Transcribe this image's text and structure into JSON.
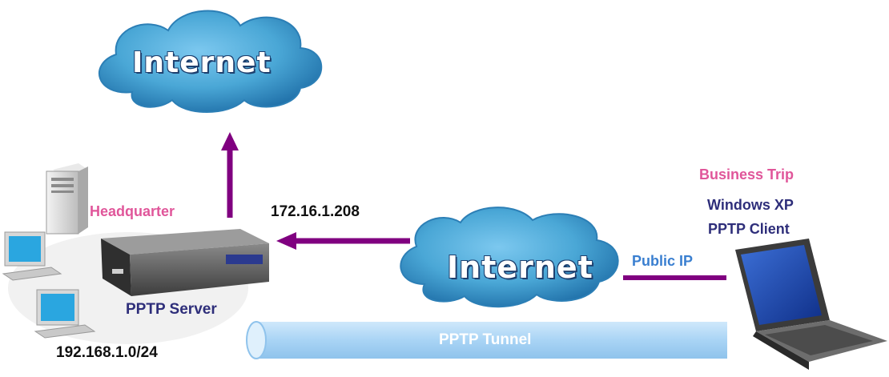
{
  "diagram": {
    "clouds": {
      "top": "Internet",
      "middle": "Internet"
    },
    "labels": {
      "headquarter": "Headquarter",
      "wan_ip": "172.16.1.208",
      "pptp_server": "PPTP Server",
      "lan_subnet": "192.168.1.0/24",
      "business_trip": "Business Trip",
      "client_os": "Windows XP",
      "client_role": "PPTP Client",
      "public_ip": "Public IP",
      "tunnel": "PPTP Tunnel"
    },
    "colors": {
      "arrow": "#800080",
      "cloud": "#4aa7d6",
      "pink_label": "#e0569a",
      "navy_label": "#2e2e7a",
      "blue_label": "#3a7fd0",
      "tunnel": "#a9d4f5"
    },
    "icons": [
      "cloud-icon",
      "server-tower-icon",
      "desktop-computer-icon",
      "router-icon",
      "laptop-icon"
    ]
  }
}
